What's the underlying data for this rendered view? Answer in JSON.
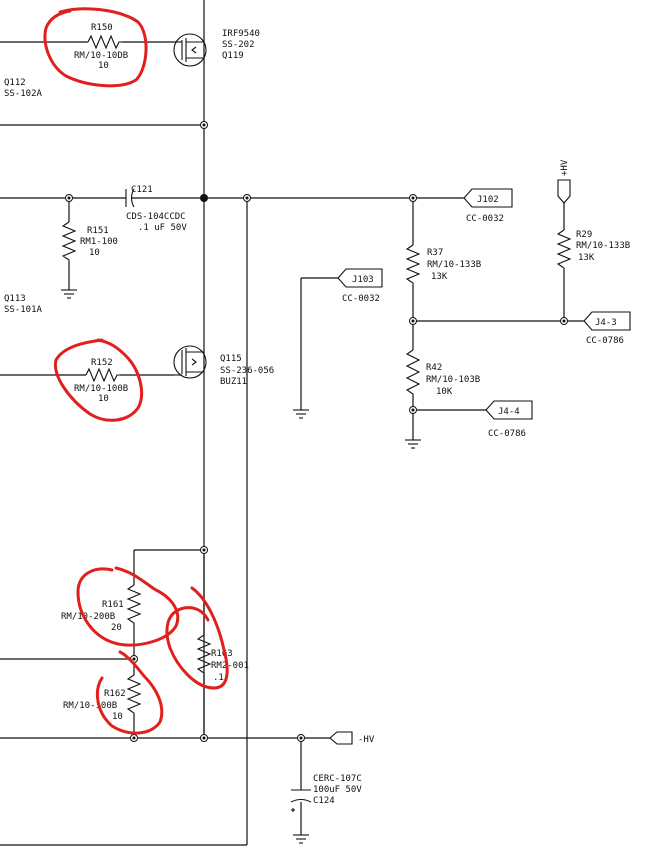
{
  "colors": {
    "ink": "#111111",
    "annotation": "#e0201c",
    "background": "#ffffff"
  },
  "components": {
    "r150": {
      "ref": "R150",
      "part": "RM/10-10DB",
      "value": "10"
    },
    "q119": {
      "part1": "IRF9540",
      "part2": "SS-202",
      "ref": "Q119"
    },
    "q112": {
      "ref": "Q112",
      "part": "SS-102A"
    },
    "c121": {
      "ref": "C121",
      "part": "CDS-104CCDC",
      "value": ".1 uF  50V"
    },
    "r151": {
      "ref": "R151",
      "part": "RM1-100",
      "value": "10"
    },
    "q113": {
      "ref": "Q113",
      "part": "SS-101A"
    },
    "r152": {
      "ref": "R152",
      "part": "RM/10-100B",
      "value": "10"
    },
    "q115": {
      "ref": "Q115",
      "part": "SS-236-056",
      "model": "BUZ11"
    },
    "r37": {
      "ref": "R37",
      "part": "RM/10-133B",
      "value": "13K"
    },
    "r29": {
      "ref": "R29",
      "part": "RM/10-133B",
      "value": "13K"
    },
    "r42": {
      "ref": "R42",
      "part": "RM/10-103B",
      "value": "10K"
    },
    "r161": {
      "ref": "R161",
      "part": "RM/10-200B",
      "value": "20"
    },
    "r163": {
      "ref": "R163",
      "part": "RM2-001",
      "value": ".1"
    },
    "r162": {
      "ref": "R162",
      "part": "RM/10-100B",
      "value": "10"
    },
    "c124": {
      "part": "CERC-107C",
      "value": "100uF  50V",
      "ref": "C124"
    }
  },
  "connectors": {
    "j102": {
      "ref": "J102",
      "part": "CC-0032"
    },
    "j103": {
      "ref": "J103",
      "part": "CC-0032"
    },
    "j4_3": {
      "ref": "J4-3",
      "part": "CC-0786"
    },
    "j4_4": {
      "ref": "J4-4",
      "part": "CC-0786"
    },
    "plus_hv": {
      "label": "+HV"
    },
    "minus_hv": {
      "label": "-HV"
    }
  }
}
